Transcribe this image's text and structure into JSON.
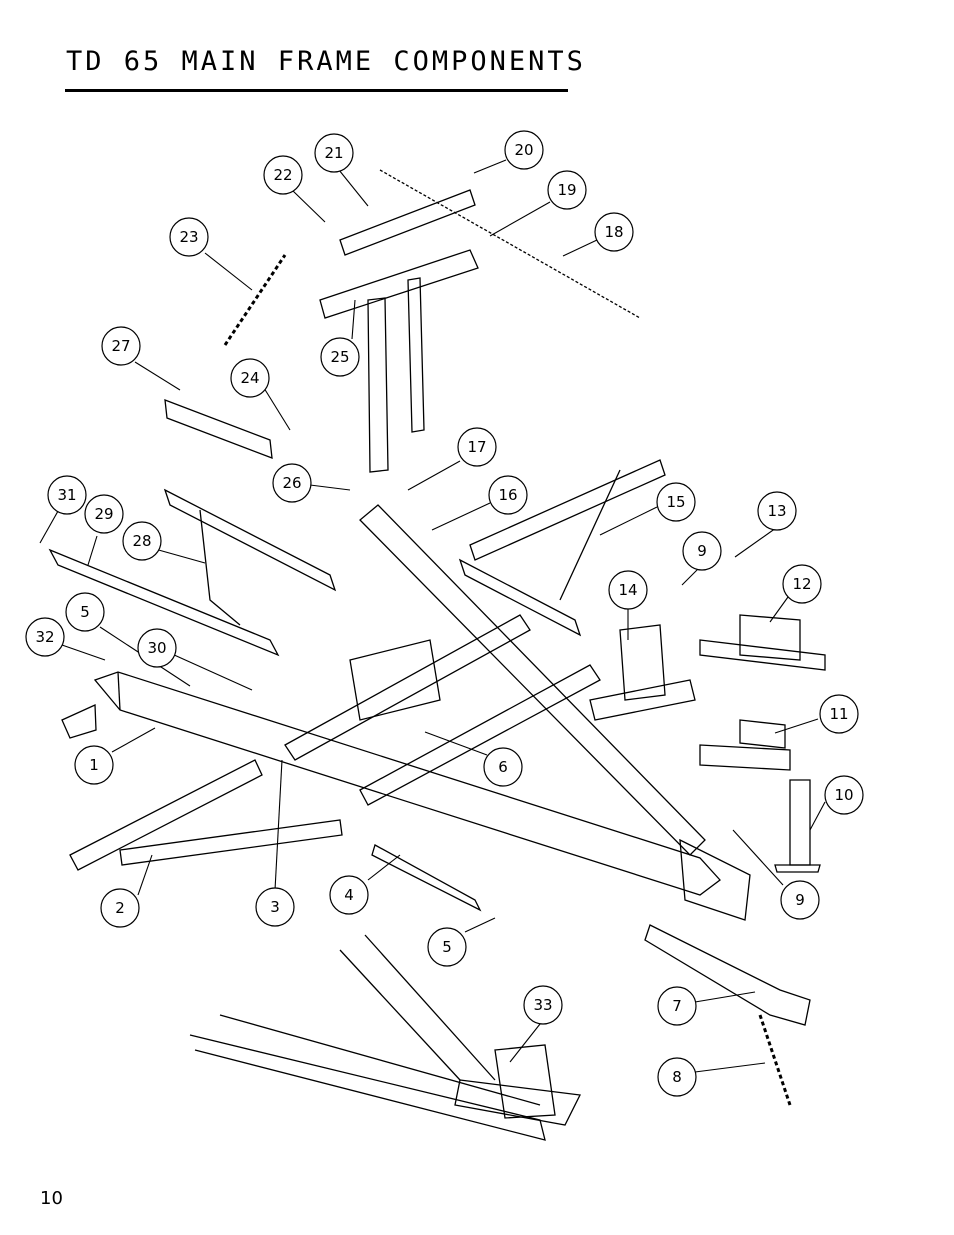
{
  "page": {
    "title": "TD 65 MAIN FRAME COMPONENTS",
    "page_number": "10"
  },
  "callouts": [
    {
      "id": "1",
      "label": "1"
    },
    {
      "id": "2",
      "label": "2"
    },
    {
      "id": "3",
      "label": "3"
    },
    {
      "id": "4",
      "label": "4"
    },
    {
      "id": "5a",
      "label": "5"
    },
    {
      "id": "5b",
      "label": "5"
    },
    {
      "id": "6",
      "label": "6"
    },
    {
      "id": "7",
      "label": "7"
    },
    {
      "id": "8",
      "label": "8"
    },
    {
      "id": "9a",
      "label": "9"
    },
    {
      "id": "9b",
      "label": "9"
    },
    {
      "id": "10",
      "label": "10"
    },
    {
      "id": "11",
      "label": "11"
    },
    {
      "id": "12",
      "label": "12"
    },
    {
      "id": "13",
      "label": "13"
    },
    {
      "id": "14",
      "label": "14"
    },
    {
      "id": "15",
      "label": "15"
    },
    {
      "id": "16",
      "label": "16"
    },
    {
      "id": "17",
      "label": "17"
    },
    {
      "id": "18",
      "label": "18"
    },
    {
      "id": "19",
      "label": "19"
    },
    {
      "id": "20",
      "label": "20"
    },
    {
      "id": "21",
      "label": "21"
    },
    {
      "id": "22",
      "label": "22"
    },
    {
      "id": "23",
      "label": "23"
    },
    {
      "id": "24",
      "label": "24"
    },
    {
      "id": "25",
      "label": "25"
    },
    {
      "id": "26",
      "label": "26"
    },
    {
      "id": "27",
      "label": "27"
    },
    {
      "id": "28",
      "label": "28"
    },
    {
      "id": "29",
      "label": "29"
    },
    {
      "id": "30",
      "label": "30"
    },
    {
      "id": "31",
      "label": "31"
    },
    {
      "id": "32",
      "label": "32"
    },
    {
      "id": "33",
      "label": "33"
    }
  ]
}
